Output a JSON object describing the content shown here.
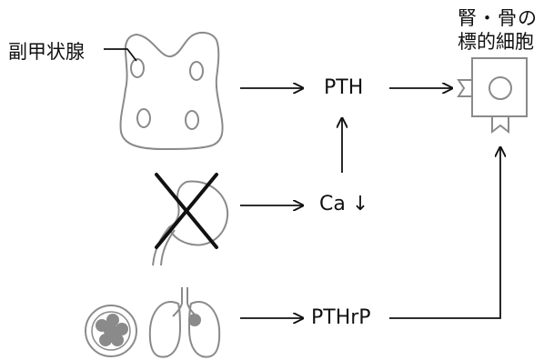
{
  "labels": {
    "parathyroid": "副甲状腺",
    "target_line1": "腎・骨の",
    "target_line2": "標的細胞",
    "pth": "PTH",
    "calcium": "Ca",
    "down_arrow": "↓",
    "pthrp": "PTHrP"
  },
  "colors": {
    "organ_stroke": "#8a8a8a",
    "arrow": "#111111",
    "cross": "#111111",
    "tumor_fill": "#8a8a8a"
  }
}
